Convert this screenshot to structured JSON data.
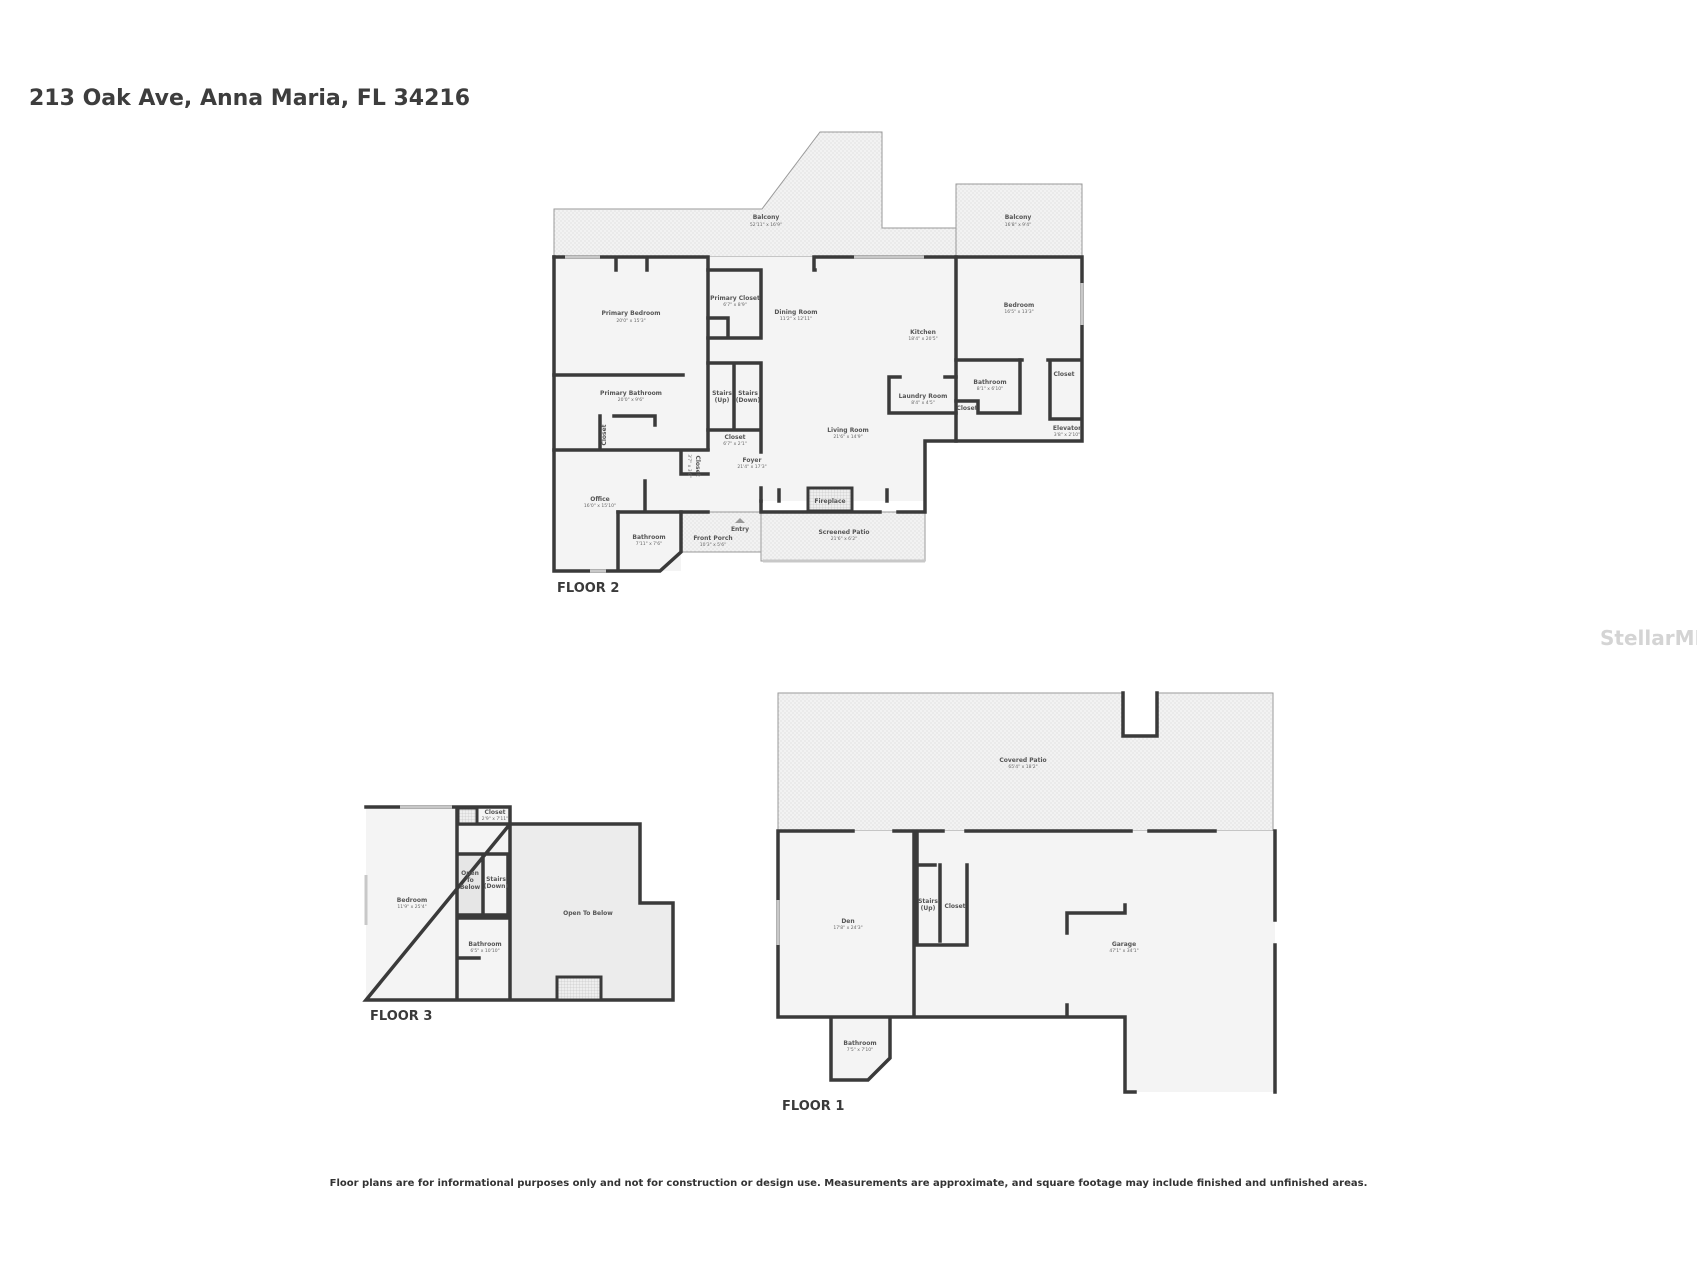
{
  "title": "213 Oak Ave, Anna Maria, FL 34216",
  "footer": "Floor plans are for informational purposes only and not for construction or design use. Measurements are approximate, and square footage may include finished and unfinished areas.",
  "watermark": "StellarMLS",
  "colors": {
    "wall": "#3a3a3a",
    "floor": "#f4f4f4",
    "text": "#555555"
  },
  "floor2": {
    "label": "FLOOR 2",
    "rooms": [
      {
        "name": "Balcony",
        "dims": "52'11\" x 16'9\""
      },
      {
        "name": "Balcony",
        "dims": "16'8\" x 9'4\""
      },
      {
        "name": "Primary Bedroom",
        "dims": "20'0\" x 15'3\""
      },
      {
        "name": "Primary Closet",
        "dims": "6'7\" x 8'9\""
      },
      {
        "name": "Dining Room",
        "dims": "11'2\" x 12'11\""
      },
      {
        "name": "Kitchen",
        "dims": "18'4\" x 20'5\""
      },
      {
        "name": "Bedroom",
        "dims": "16'5\" x 13'3\""
      },
      {
        "name": "Primary Bathroom",
        "dims": "20'0\" x 9'6\""
      },
      {
        "name": "Stairs",
        "sub": "(Up)"
      },
      {
        "name": "Stairs",
        "sub": "(Down)"
      },
      {
        "name": "Laundry Room",
        "dims": "8'4\" x 4'5\""
      },
      {
        "name": "Bathroom",
        "dims": "8'1\" x 6'10\""
      },
      {
        "name": "Closet"
      },
      {
        "name": "Closet"
      },
      {
        "name": "Elevator",
        "dims": "3'8\" x 2'10\""
      },
      {
        "name": "Living Room",
        "dims": "21'6\" x 14'9\""
      },
      {
        "name": "Closet",
        "dims": "6'7\" x 2'1\""
      },
      {
        "name": "Closet",
        "dims": "3'7\" x 3'6\""
      },
      {
        "name": "Closet"
      },
      {
        "name": "Foyer",
        "dims": "21'4\" x 17'3\""
      },
      {
        "name": "Office",
        "dims": "16'0\" x 15'10\""
      },
      {
        "name": "Fireplace"
      },
      {
        "name": "Entry"
      },
      {
        "name": "Bathroom",
        "dims": "7'11\" x 7'6\""
      },
      {
        "name": "Front Porch",
        "dims": "10'3\" x 5'6\""
      },
      {
        "name": "Screened Patio",
        "dims": "21'6\" x 6'2\""
      }
    ]
  },
  "floor3": {
    "label": "FLOOR 3",
    "rooms": [
      {
        "name": "Closet",
        "dims": "2'9\" x 7'11\""
      },
      {
        "name": "Bedroom",
        "dims": "11'9\" x 25'4\""
      },
      {
        "l1": "Open",
        "l2": "To",
        "l3": "Below"
      },
      {
        "name": "Stairs",
        "sub": "(Down)"
      },
      {
        "name": "Open To Below"
      },
      {
        "name": "Bathroom",
        "dims": "6'5\" x 10'10\""
      }
    ]
  },
  "floor1": {
    "label": "FLOOR 1",
    "rooms": [
      {
        "name": "Covered Patio",
        "dims": "65'4\" x 18'2\""
      },
      {
        "name": "Den",
        "dims": "17'8\" x 24'3\""
      },
      {
        "name": "Stairs",
        "sub": "(Up)"
      },
      {
        "name": "Closet"
      },
      {
        "name": "Garage",
        "dims": "47'1\" x 34'1\""
      },
      {
        "name": "Bathroom",
        "dims": "7'5\" x 7'10\""
      }
    ]
  }
}
